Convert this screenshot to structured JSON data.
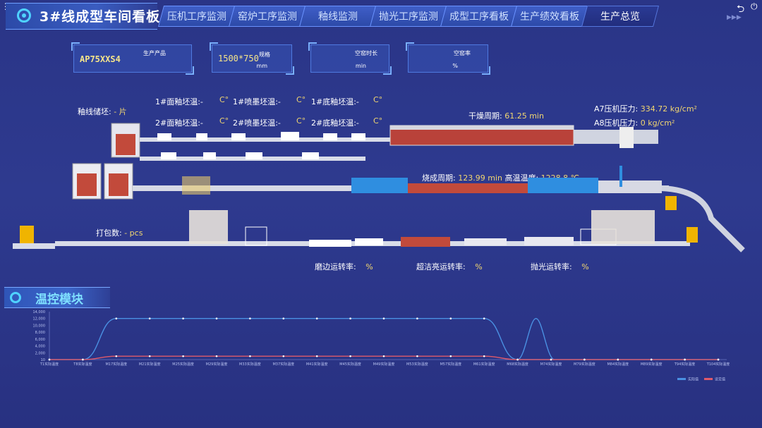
{
  "header": {
    "title": "3#线成型车间看板",
    "tabs": [
      {
        "label": "压机工序监测",
        "active": false
      },
      {
        "label": "窑炉工序监测",
        "active": false
      },
      {
        "label": "釉线监测",
        "active": false
      },
      {
        "label": "抛光工序监测",
        "active": false
      },
      {
        "label": "成型工序看板",
        "active": false
      },
      {
        "label": "生产绩效看板",
        "active": false
      },
      {
        "label": "生产总览",
        "active": true
      }
    ],
    "icons": [
      "menu-icon",
      "back-icon",
      "exit-icon",
      "forward-arrows-icon"
    ]
  },
  "info_cards": [
    {
      "label": "生产产品",
      "value": "AP75XXS4",
      "unit": ""
    },
    {
      "label": "规格",
      "value": "1500*750",
      "unit": "mm"
    },
    {
      "label": "空窑时长",
      "value": "",
      "unit": "min"
    },
    {
      "label": "空窑率",
      "value": "",
      "unit": "%"
    }
  ],
  "glaze": {
    "label": "釉线储坯:",
    "value": "- 片",
    "temps_row1": [
      {
        "label": "1#面釉坯温:",
        "value": "-",
        "unit": "C°"
      },
      {
        "label": "1#喷墨坯温:",
        "value": "-",
        "unit": "C°"
      },
      {
        "label": "1#底釉坯温:",
        "value": "-",
        "unit": "C°"
      }
    ],
    "temps_row2": [
      {
        "label": "2#面釉坯温:",
        "value": "-",
        "unit": "C°"
      },
      {
        "label": "2#喷墨坯温:",
        "value": "-",
        "unit": "C°"
      },
      {
        "label": "2#底釉坯温:",
        "value": "-",
        "unit": "C°"
      }
    ]
  },
  "dry_cycle": {
    "label": "干燥周期:",
    "value": "61.25 min"
  },
  "press": [
    {
      "label": "A7压机压力:",
      "value": "334.72 kg/cm²"
    },
    {
      "label": "A8压机压力:",
      "value": "0 kg/cm²"
    }
  ],
  "firing": {
    "cycle_label": "烧成周期:",
    "cycle_value": "123.99 min",
    "temp_label": "高温温度:",
    "temp_value": "1228.8 ℃"
  },
  "pack": {
    "label": "打包数:",
    "value": "- pcs"
  },
  "rates": [
    {
      "label": "磨边运转率:",
      "value": "%"
    },
    {
      "label": "超洁亮运转率:",
      "value": "%"
    },
    {
      "label": "抛光运转率:",
      "value": "%"
    }
  ],
  "section": {
    "title": "温控模块"
  },
  "chart_data": {
    "type": "line",
    "yticks": [
      "14,000",
      "12,000",
      "10,000",
      "8,000",
      "6,000",
      "4,000",
      "2,000",
      "10"
    ],
    "ylim": [
      0,
      14000
    ],
    "x": [
      "T1实际温度",
      "T8实际温度",
      "M17实际温度",
      "M21实际温度",
      "M25实际温度",
      "M29实际温度",
      "M33实际温度",
      "M37实际温度",
      "M41实际温度",
      "M45实际温度",
      "M49实际温度",
      "M53实际温度",
      "M57实际温度",
      "M61实际温度",
      "M68实际温度",
      "M74实际温度",
      "M79实际温度",
      "M84实际温度",
      "M89实际温度",
      "T94实际温度",
      "T104实际温度"
    ],
    "series": [
      {
        "name": "实际值",
        "color": "#4a90e2",
        "values": [
          10,
          10,
          12000,
          12000,
          12000,
          12000,
          12000,
          12000,
          12000,
          12000,
          12000,
          12000,
          12000,
          12000,
          10,
          10,
          10,
          10,
          10,
          10,
          10
        ],
        "peak": {
          "after_index": 14,
          "value": 12000
        }
      },
      {
        "name": "设定值",
        "color": "#e05a6a",
        "values": [
          10,
          10,
          1000,
          1000,
          1000,
          1000,
          1000,
          1000,
          1000,
          1000,
          1000,
          1000,
          1000,
          1000,
          10,
          10,
          10,
          10,
          10,
          10,
          10
        ]
      }
    ],
    "legend": "bottom-right"
  }
}
